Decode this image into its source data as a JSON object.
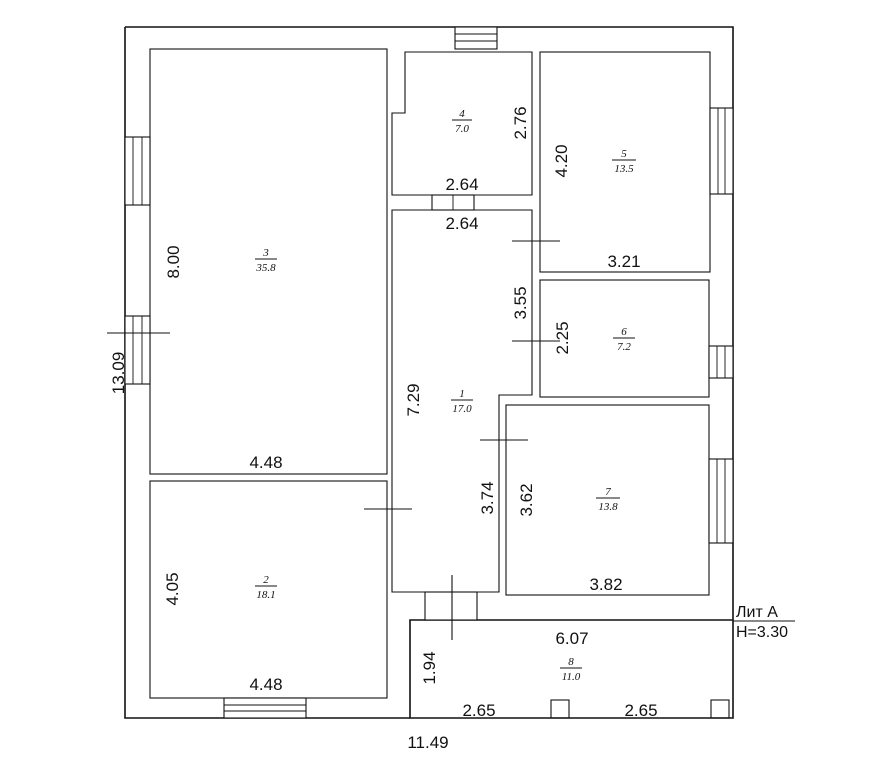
{
  "plan": {
    "overall": {
      "length": "11.49",
      "width": "13.09"
    },
    "lit": {
      "label": "Лит А",
      "height": "H=3.30"
    },
    "rooms": [
      {
        "id": "1",
        "no": "1",
        "area": "17.0",
        "dims": [
          "2.64",
          "3.55",
          "7.29",
          "3.74"
        ]
      },
      {
        "id": "2",
        "no": "2",
        "area": "18.1",
        "dims": [
          "4.05",
          "4.48"
        ]
      },
      {
        "id": "3",
        "no": "3",
        "area": "35.8",
        "dims": [
          "8.00",
          "4.48"
        ]
      },
      {
        "id": "4",
        "no": "4",
        "area": "7.0",
        "dims": [
          "2.76",
          "2.64"
        ]
      },
      {
        "id": "5",
        "no": "5",
        "area": "13.5",
        "dims": [
          "4.20",
          "3.21"
        ]
      },
      {
        "id": "6",
        "no": "6",
        "area": "7.2",
        "dims": [
          "2.25"
        ]
      },
      {
        "id": "7",
        "no": "7",
        "area": "13.8",
        "dims": [
          "3.62",
          "3.82"
        ]
      },
      {
        "id": "8",
        "no": "8",
        "area": "11.0",
        "dims": [
          "6.07",
          "1.94",
          "2.65",
          "2.65"
        ]
      }
    ]
  }
}
